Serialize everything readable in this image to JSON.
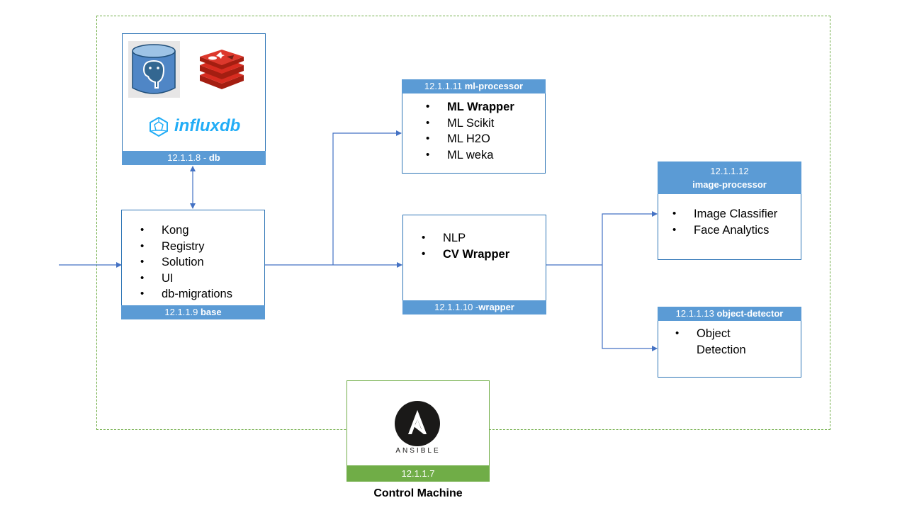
{
  "db": {
    "influx_logo_text": "influxdb",
    "ip": "12.1.1.8 - ",
    "name": "db"
  },
  "base": {
    "items": [
      "Kong",
      "Registry",
      "Solution",
      "UI",
      "db-migrations"
    ],
    "ip": "12.1.1.9 ",
    "name": "base"
  },
  "ml_processor": {
    "ip": "12.1.1.11 ",
    "name": "ml-processor",
    "items": [
      "ML Wrapper",
      "ML Scikit",
      "ML H2O",
      "ML weka"
    ]
  },
  "wrapper": {
    "items": [
      "NLP",
      "CV Wrapper"
    ],
    "ip": "12.1.1.10 -",
    "name": "wrapper"
  },
  "image_processor": {
    "ip": "12.1.1.12",
    "name": "image-processor",
    "items": [
      "Image Classifier",
      "Face Analytics"
    ]
  },
  "object_detector": {
    "ip": "12.1.1.13 ",
    "name": "object-detector",
    "items": [
      "Object",
      "Detection"
    ]
  },
  "control": {
    "logo_text": "ANSIBLE",
    "ip": "12.1.1.7",
    "label": "Control Machine"
  },
  "colors": {
    "node_bar": "#5b9bd5",
    "node_border": "#2e75b6",
    "control_green": "#70ad47",
    "connector": "#4472c4"
  }
}
